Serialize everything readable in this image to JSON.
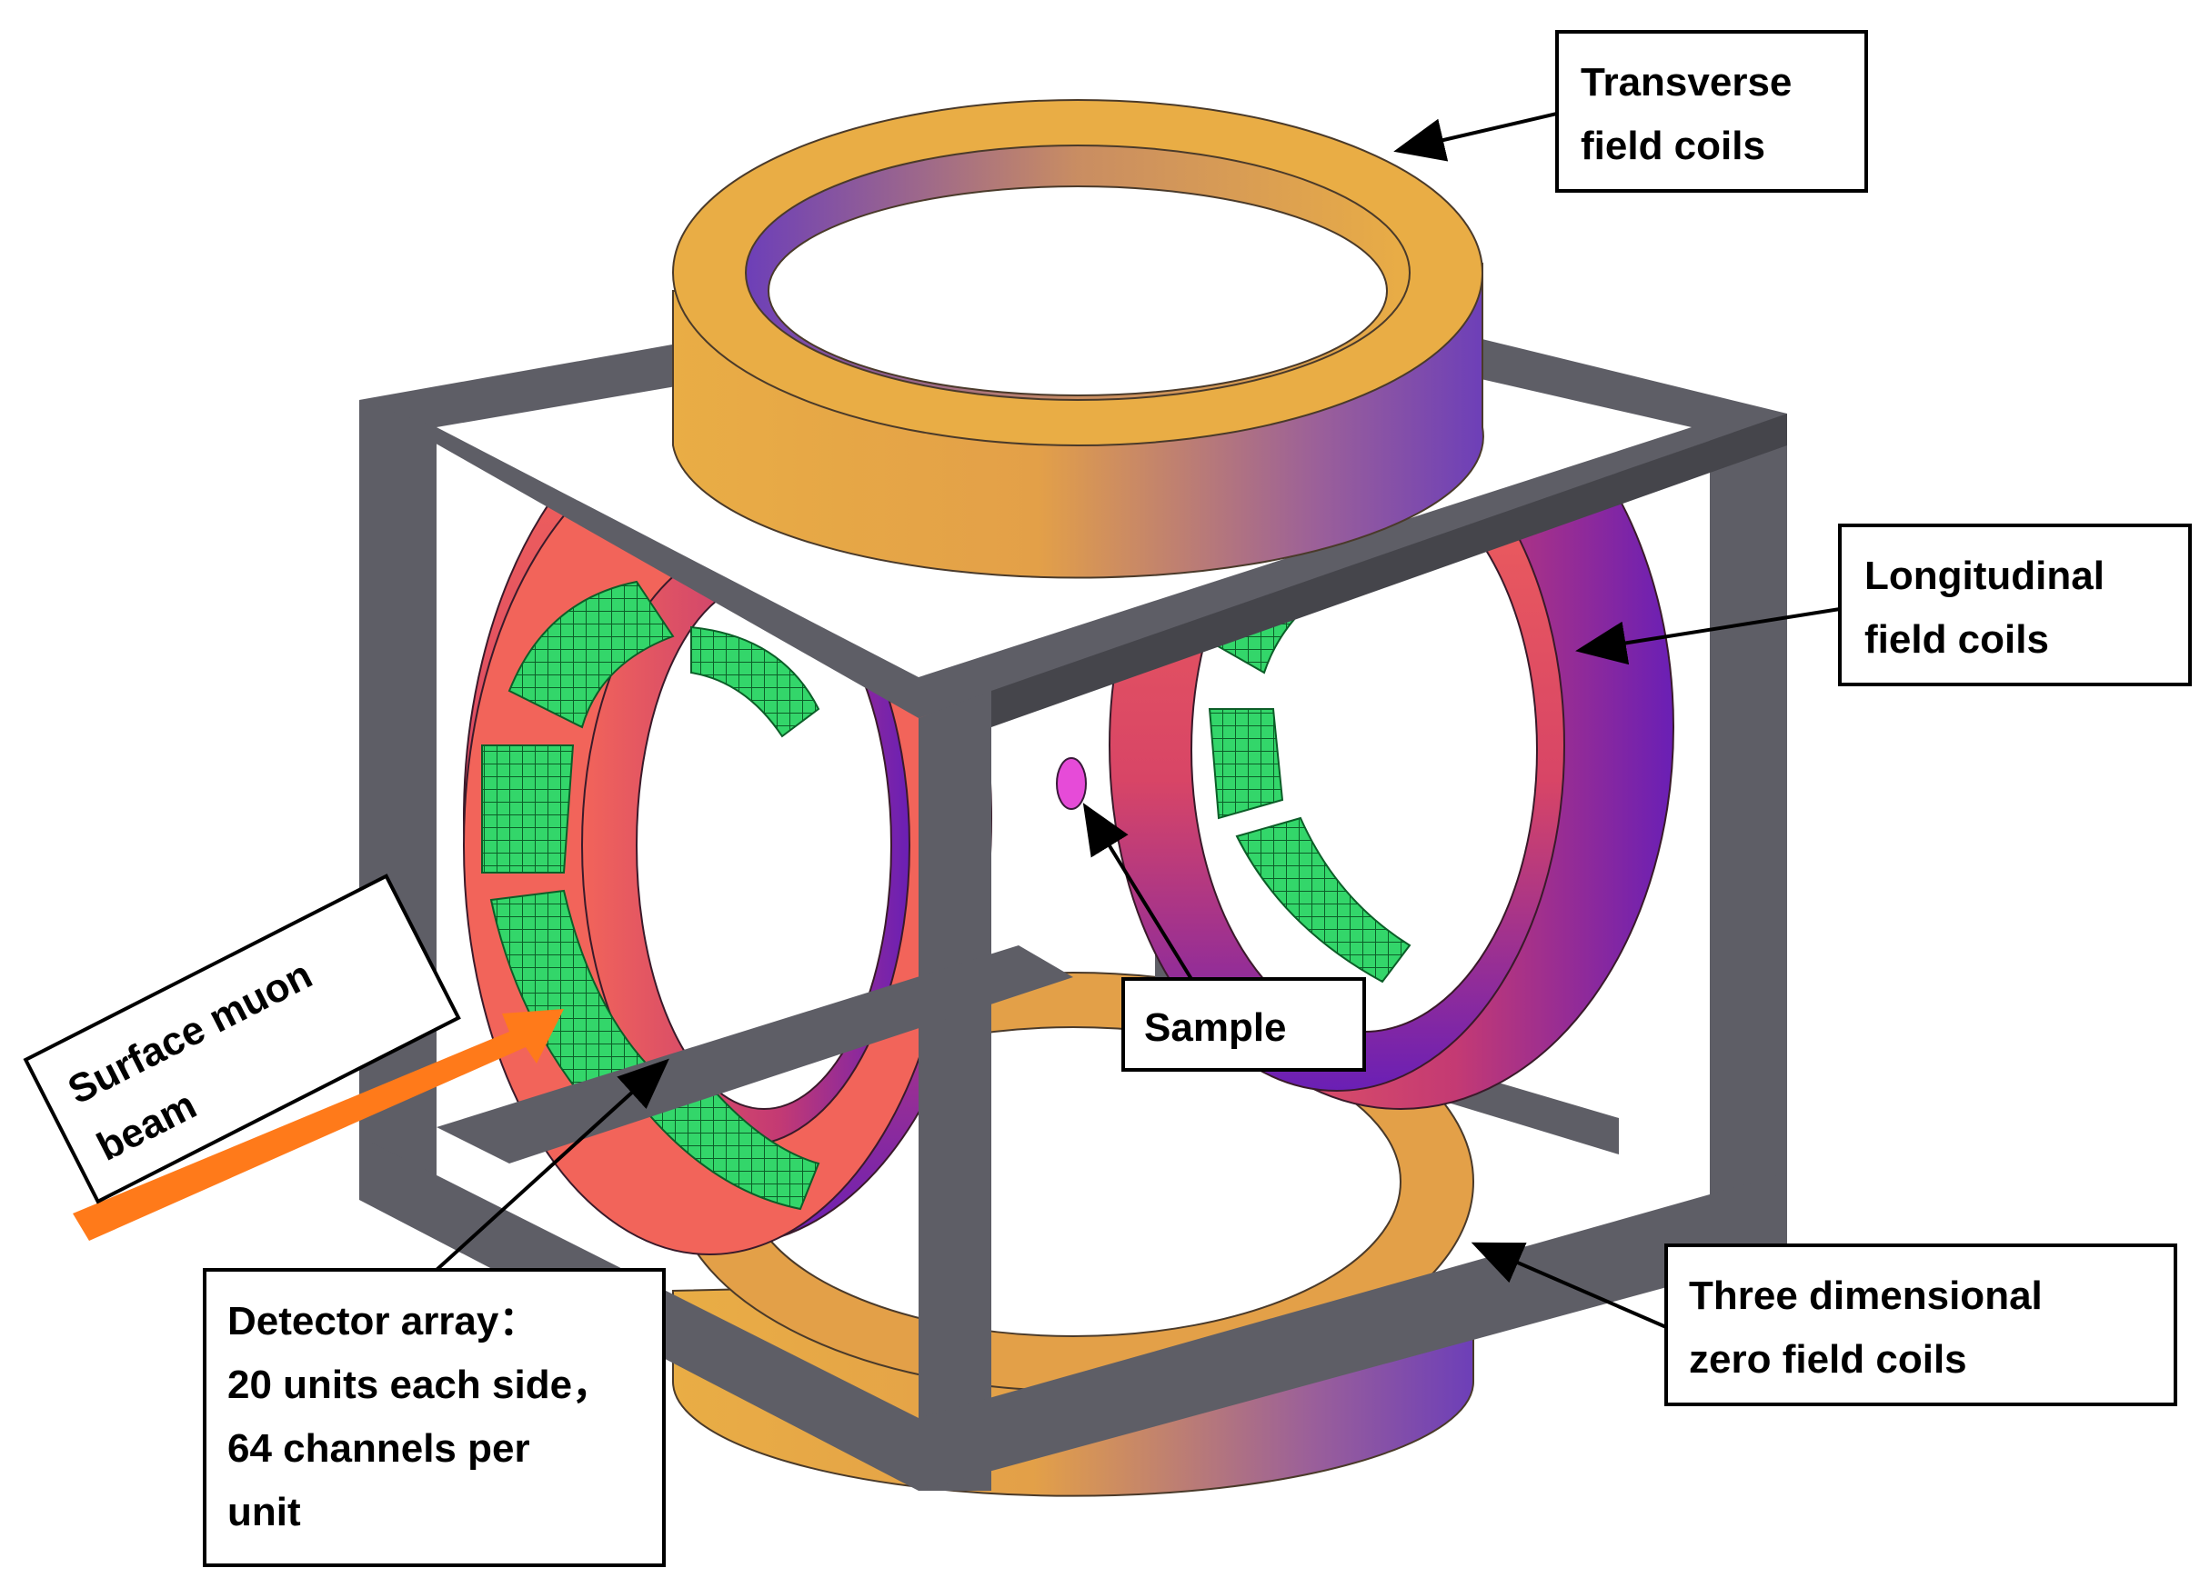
{
  "labels": {
    "transverse": [
      "Transverse",
      "field coils"
    ],
    "longitudinal": [
      "Longitudinal",
      "field coils"
    ],
    "sample": "Sample",
    "zero_field": [
      "Three dimensional",
      "zero field coils"
    ],
    "detector": [
      "Detector array：",
      "20 units each side，",
      "64 channels per",
      "unit"
    ],
    "beam": [
      "Surface muon",
      "beam"
    ]
  },
  "colors": {
    "frame": "#5e5e66",
    "frame_dark": "#45454b",
    "transverse_coil": "#e9ad45",
    "transverse_coil_shade": "#7b48b8",
    "longitudinal_coil": "#f2645a",
    "longitudinal_coil_shade": "#6a1fb5",
    "detector": "#33d66a",
    "sample": "#e64bd8",
    "beam_arrow": "#ff7a1a"
  }
}
